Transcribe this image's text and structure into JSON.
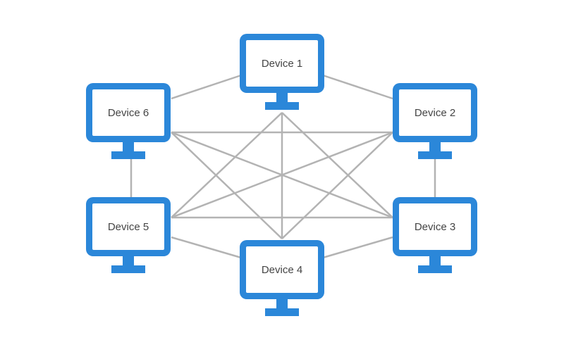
{
  "colors": {
    "monitor": "#2b87d9",
    "screen": "#ffffff",
    "link": "#b3b3b3",
    "label": "#444444"
  },
  "devices": [
    {
      "id": "d1",
      "label": "Device 1"
    },
    {
      "id": "d2",
      "label": "Device 2"
    },
    {
      "id": "d3",
      "label": "Device 3"
    },
    {
      "id": "d4",
      "label": "Device 4"
    },
    {
      "id": "d5",
      "label": "Device 5"
    },
    {
      "id": "d6",
      "label": "Device 6"
    }
  ],
  "links": [
    [
      "d1",
      "d2"
    ],
    [
      "d1",
      "d3"
    ],
    [
      "d1",
      "d4"
    ],
    [
      "d1",
      "d5"
    ],
    [
      "d1",
      "d6"
    ],
    [
      "d2",
      "d3"
    ],
    [
      "d2",
      "d4"
    ],
    [
      "d2",
      "d5"
    ],
    [
      "d2",
      "d6"
    ],
    [
      "d3",
      "d4"
    ],
    [
      "d3",
      "d5"
    ],
    [
      "d3",
      "d6"
    ],
    [
      "d4",
      "d5"
    ],
    [
      "d4",
      "d6"
    ],
    [
      "d5",
      "d6"
    ]
  ]
}
